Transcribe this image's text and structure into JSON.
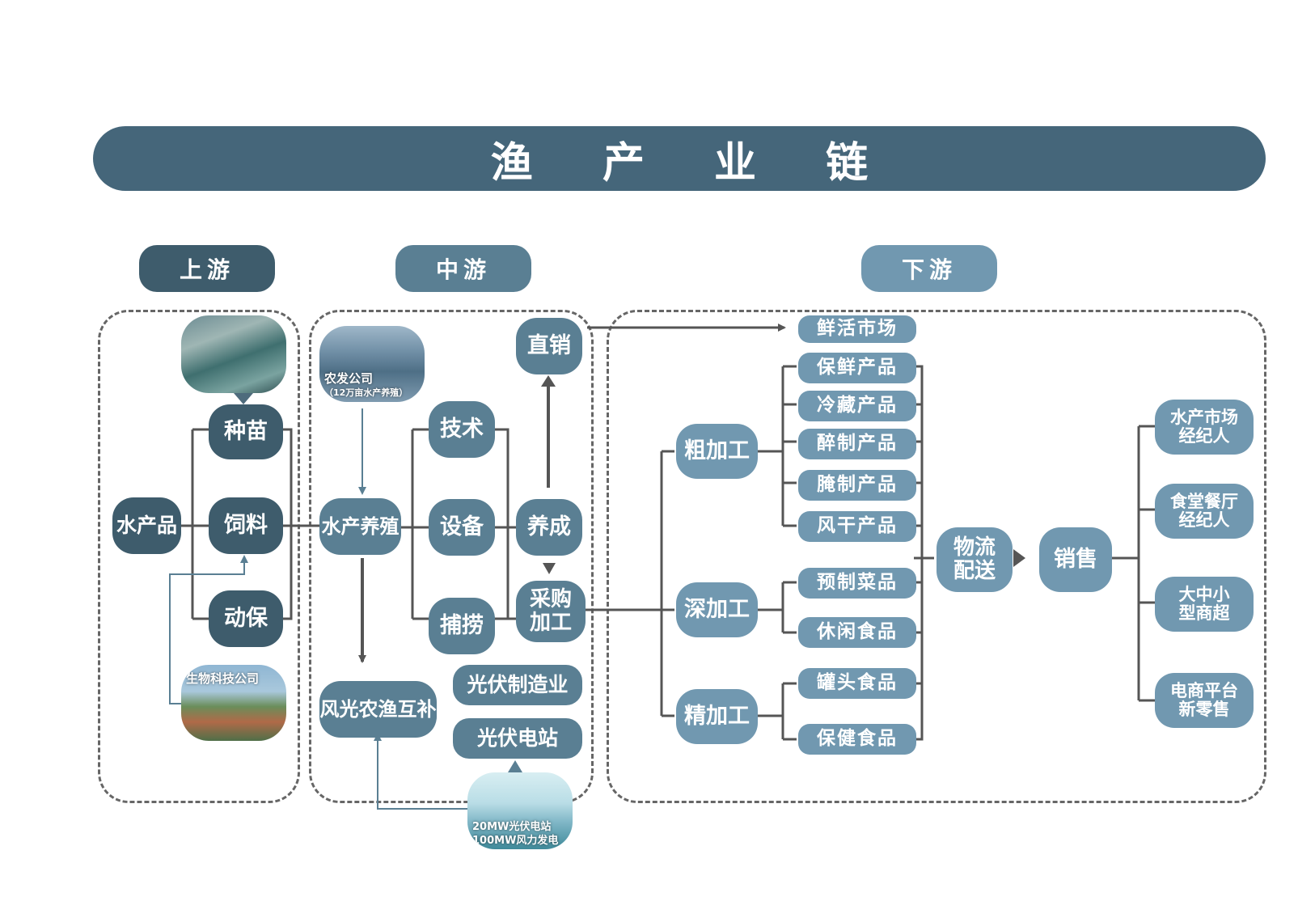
{
  "title": "渔 产 业 链",
  "sections": {
    "upstream": "上游",
    "midstream": "中游",
    "downstream": "下游"
  },
  "colors": {
    "dark": "#3e5c6c",
    "mid": "#5a7f93",
    "light": "#7198b0",
    "title": "#45667a"
  },
  "upstream": {
    "aquatic_products": "水产品",
    "seedling": "种苗",
    "feed": "饲料",
    "animal_health": "动保",
    "bio_company": "生物科技公司"
  },
  "midstream": {
    "aquaculture": "水产养殖",
    "nongfa_company": "农发公司",
    "nongfa_note": "（12万亩水产养殖）",
    "technology": "技术",
    "equipment": "设备",
    "fishing": "捕捞",
    "direct_sales": "直销",
    "raising": "养成",
    "purchase_processing": "采购加工",
    "wind_solar_fishery": "风光农渔互补",
    "pv_manufacturing": "光伏制造业",
    "pv_station": "光伏电站",
    "plant_line1": "20MW光伏电站",
    "plant_line2": "100MW风力发电"
  },
  "downstream": {
    "fresh_market": "鲜活市场",
    "rough_processing": "粗加工",
    "deep_processing": "深加工",
    "fine_processing": "精加工",
    "rough_items": [
      "保鲜产品",
      "冷藏产品",
      "醉制产品",
      "腌制产品",
      "风干产品"
    ],
    "deep_items": [
      "预制菜品",
      "休闲食品"
    ],
    "fine_items": [
      "罐头食品",
      "保健食品"
    ],
    "logistics": "物流配送",
    "sales": "销售",
    "channels": [
      "水产市场经纪人",
      "食堂餐厅经纪人",
      "大中小型商超",
      "电商平台新零售"
    ]
  }
}
